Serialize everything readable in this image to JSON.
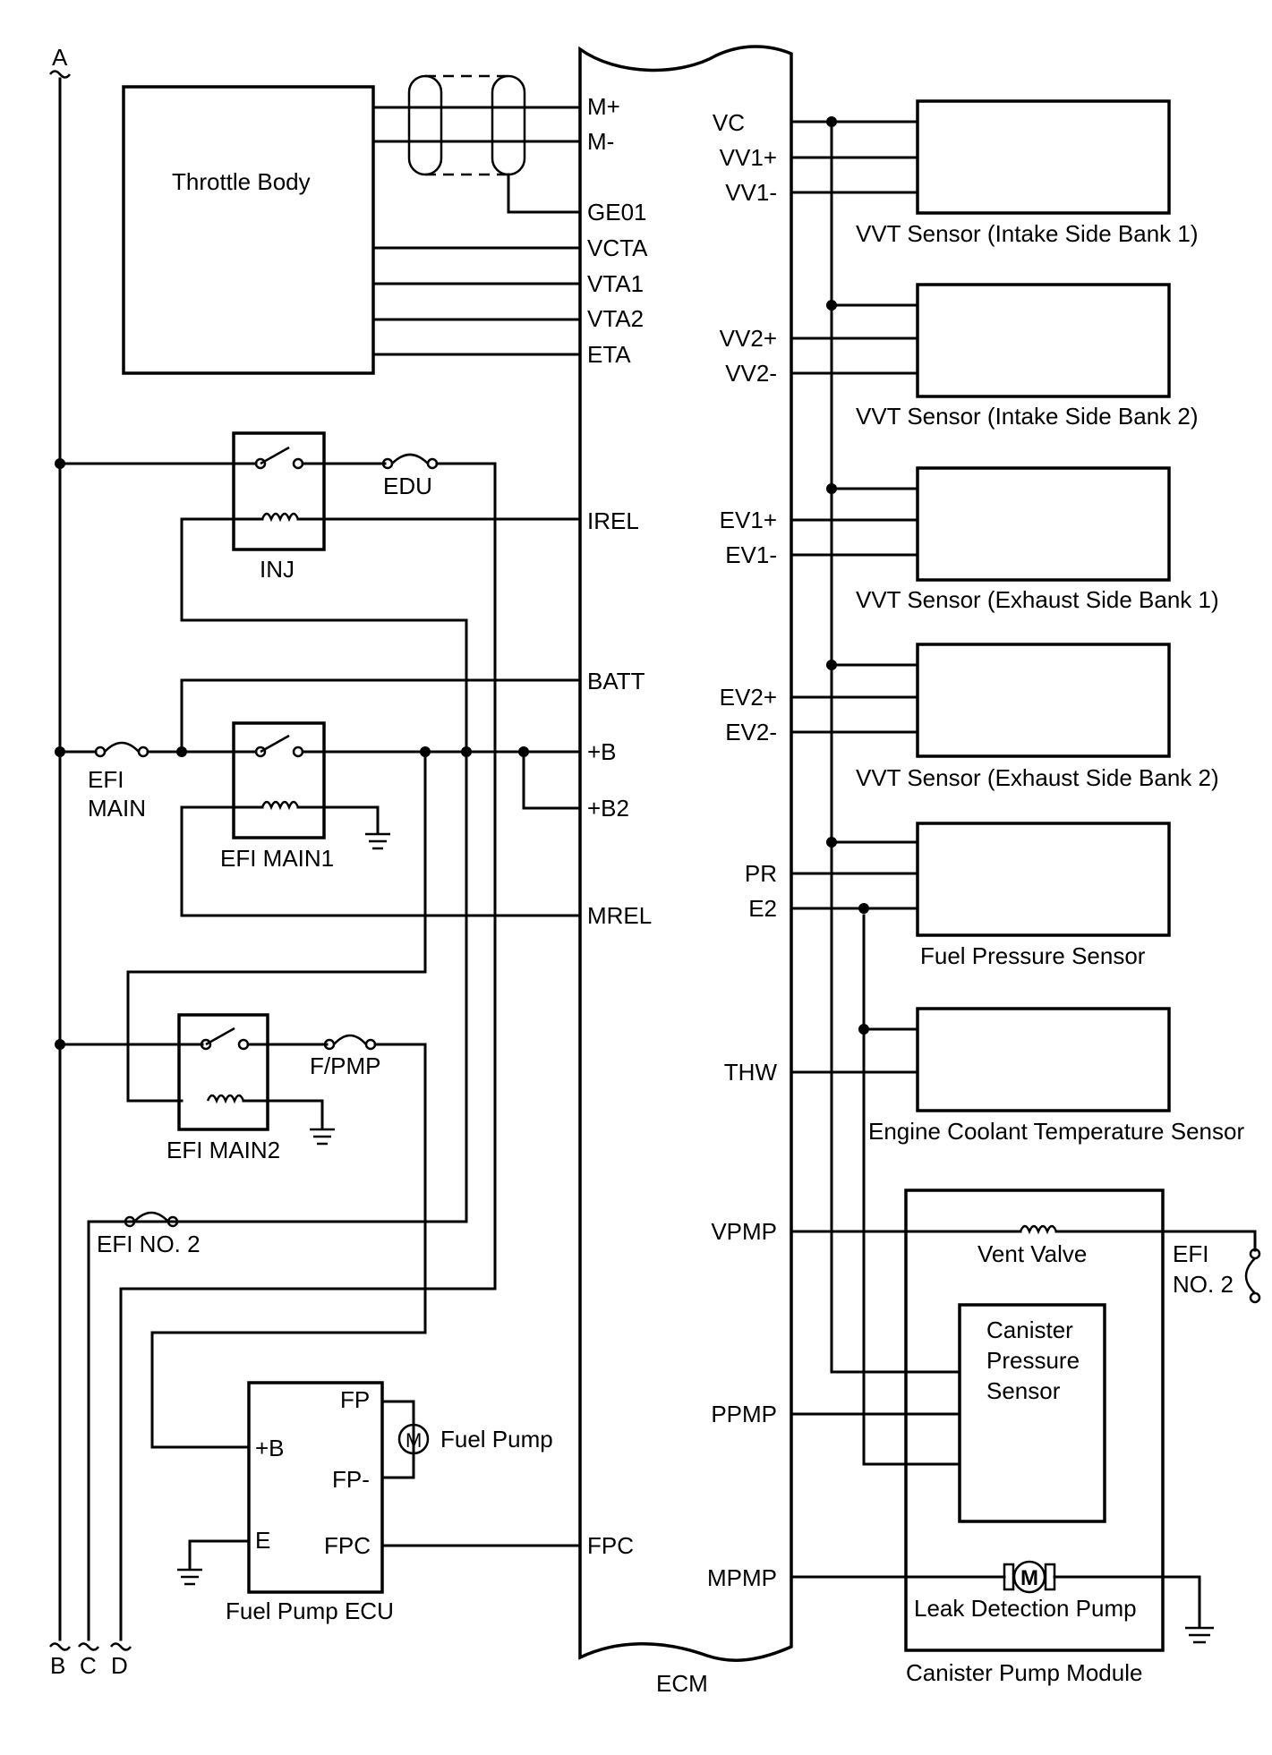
{
  "ecm": {
    "label": "ECM"
  },
  "connectors": {
    "a": "A",
    "b": "B",
    "c": "C",
    "d": "D"
  },
  "components": {
    "throttle_body": "Throttle Body",
    "inj": "INJ",
    "edu": "EDU",
    "efi_main_fuse_l1": "EFI",
    "efi_main_fuse_l2": "MAIN",
    "efi_main1": "EFI MAIN1",
    "efi_main2": "EFI MAIN2",
    "f_pmp": "F/PMP",
    "efi_no2": "EFI NO. 2",
    "fuel_pump_ecu": "Fuel Pump ECU",
    "fuel_pump": "Fuel Pump",
    "motor": "M",
    "vvt_in1": "VVT Sensor (Intake Side Bank 1)",
    "vvt_in2": "VVT Sensor (Intake Side Bank 2)",
    "vvt_ex1": "VVT Sensor (Exhaust Side Bank 1)",
    "vvt_ex2": "VVT Sensor (Exhaust Side Bank 2)",
    "fuel_pressure": "Fuel Pressure Sensor",
    "ect": "Engine Coolant Temperature Sensor",
    "vent_valve": "Vent Valve",
    "canister_l1": "Canister",
    "canister_l2": "Pressure",
    "canister_l3": "Sensor",
    "leak_pump": "Leak Detection Pump",
    "canister_module": "Canister Pump Module",
    "efi_no2_right_l1": "EFI",
    "efi_no2_right_l2": "NO. 2"
  },
  "fp_ecu_pins": {
    "fp": "FP",
    "fpm": "FP-",
    "b": "+B",
    "e": "E",
    "fpc": "FPC"
  },
  "ecm_left_pins": {
    "mp": "M+",
    "mm": "M-",
    "ge01": "GE01",
    "vcta": "VCTA",
    "vta1": "VTA1",
    "vta2": "VTA2",
    "eta": "ETA",
    "irel": "IREL",
    "batt": "BATT",
    "b": "+B",
    "b2": "+B2",
    "mrel": "MREL",
    "fpc": "FPC"
  },
  "ecm_right_pins": {
    "vc": "VC",
    "vv1p": "VV1+",
    "vv1m": "VV1-",
    "vv2p": "VV2+",
    "vv2m": "VV2-",
    "ev1p": "EV1+",
    "ev1m": "EV1-",
    "ev2p": "EV2+",
    "ev2m": "EV2-",
    "pr": "PR",
    "e2": "E2",
    "thw": "THW",
    "vpmp": "VPMP",
    "ppmp": "PPMP",
    "mpmp": "MPMP"
  }
}
